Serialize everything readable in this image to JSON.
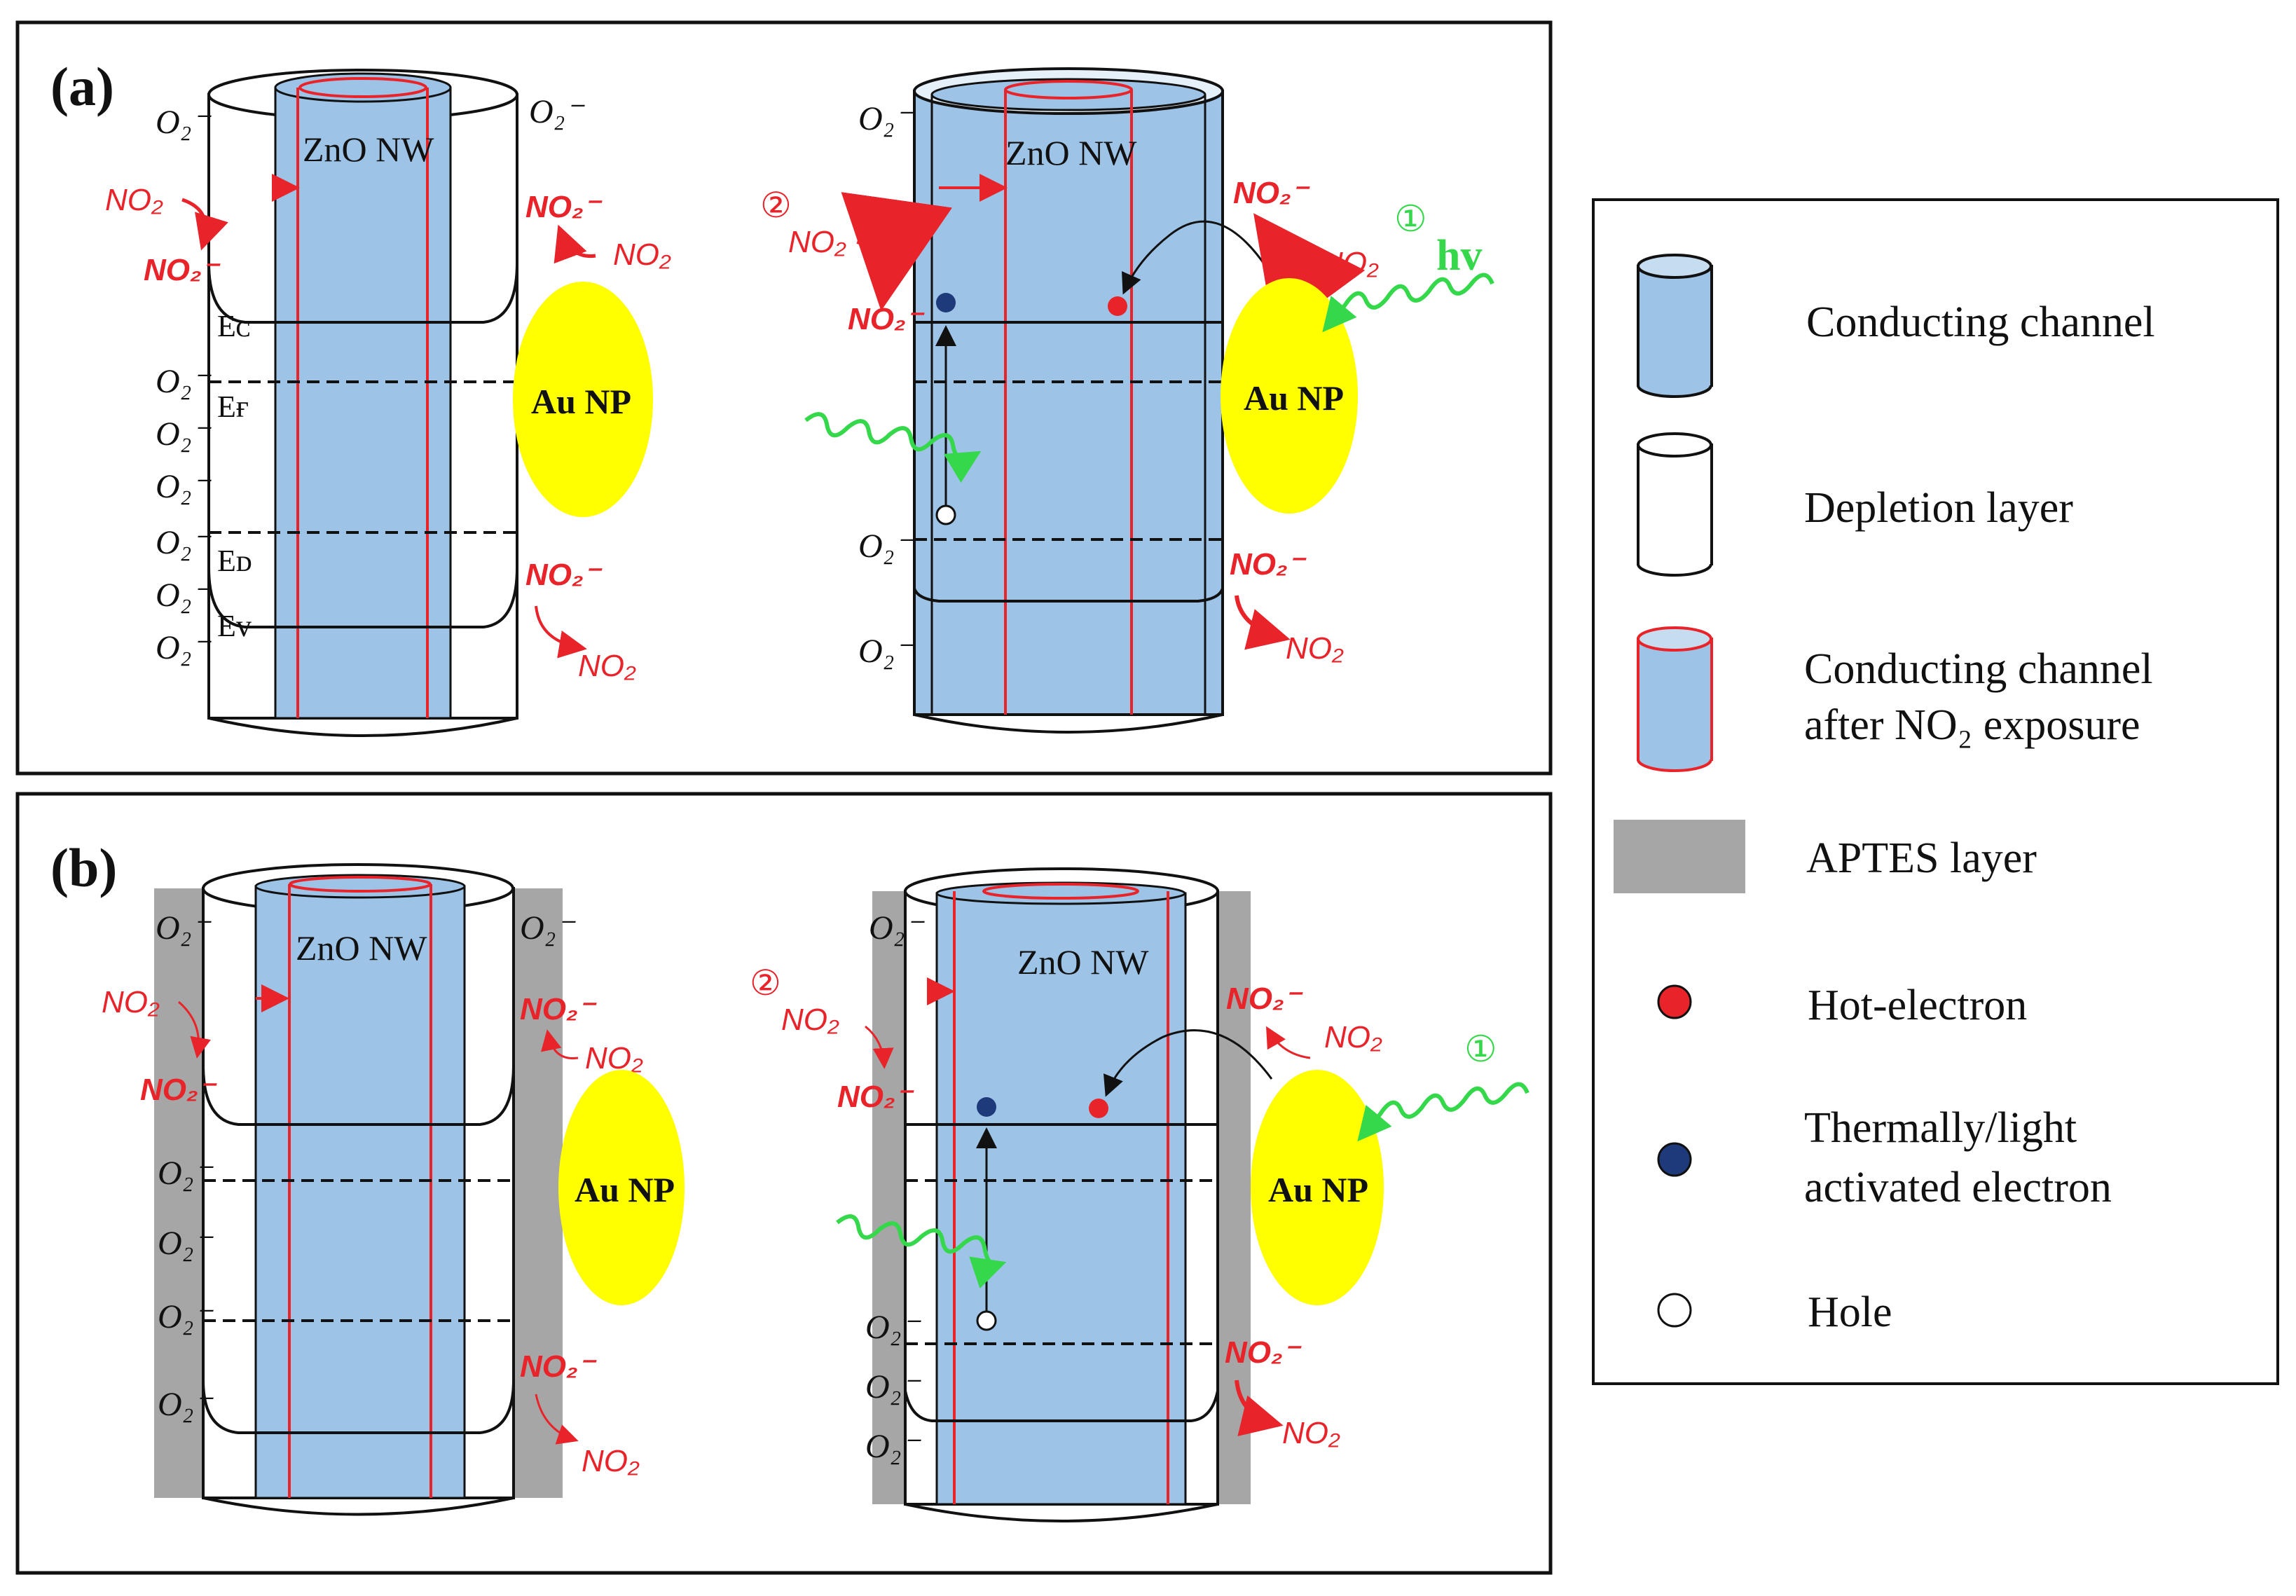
{
  "panel_a": {
    "label": "(a)",
    "nanowire": "ZnO NW",
    "nanoparticle": "Au NP",
    "oxygen": "O₂⁻",
    "no2": "NO₂",
    "no2_minus": "NO₂⁻",
    "levels": {
      "ec": "Eᴄ",
      "ef": "Eғ",
      "ed": "Eᴅ",
      "ev": "Eᴠ"
    },
    "step1": "①",
    "step2": "②",
    "photon": "hv"
  },
  "panel_b": {
    "label": "(b)",
    "nanowire": "ZnO NW",
    "nanoparticle": "Au NP",
    "oxygen": "O₂⁻",
    "no2": "NO₂",
    "no2_minus": "NO₂⁻",
    "step1": "①",
    "step2": "②"
  },
  "legend": {
    "conducting_channel": "Conducting channel",
    "depletion_layer": "Depletion layer",
    "after_line1": "Conducting channel",
    "after_line2": "after NO₂ exposure",
    "aptes": "APTES layer",
    "hot_electron": "Hot-electron",
    "thermal_line1": "Thermally/light",
    "thermal_line2": "activated electron",
    "hole": "Hole"
  },
  "colors": {
    "channel": "#9dc3e6",
    "aptes": "#a6a6a6",
    "au": "#ffff00",
    "no2": "#e8242a",
    "light": "#35d84a",
    "electron": "#1f3a7a"
  }
}
